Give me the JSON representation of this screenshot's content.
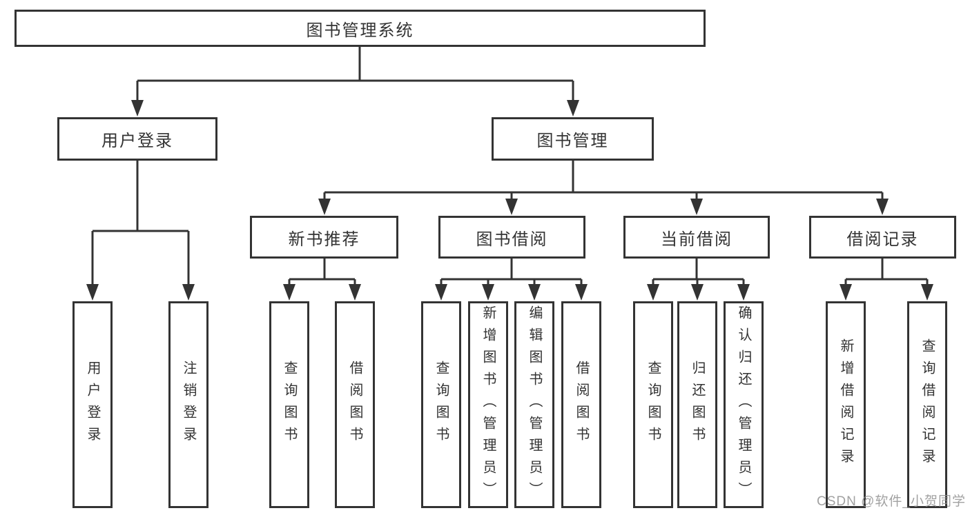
{
  "diagram_type": "hierarchy-tree",
  "colors": {
    "line": "#333333",
    "box_border": "#333333",
    "text": "#333333",
    "background": "#ffffff",
    "watermark": "#919191"
  },
  "tree": {
    "label": "图书管理系统",
    "children": [
      {
        "label": "用户登录",
        "children": [
          {
            "label": "用户登录"
          },
          {
            "label": "注销登录"
          }
        ]
      },
      {
        "label": "图书管理",
        "children": [
          {
            "label": "新书推荐",
            "children": [
              {
                "label": "查询图书"
              },
              {
                "label": "借阅图书"
              }
            ]
          },
          {
            "label": "图书借阅",
            "children": [
              {
                "label": "查询图书"
              },
              {
                "label": "新增图书（管理员）"
              },
              {
                "label": "编辑图书（管理员）"
              },
              {
                "label": "借阅图书"
              }
            ]
          },
          {
            "label": "当前借阅",
            "children": [
              {
                "label": "查询图书"
              },
              {
                "label": "归还图书"
              },
              {
                "label": "确认归还（管理员）"
              }
            ]
          },
          {
            "label": "借阅记录",
            "children": [
              {
                "label": "新增借阅记录"
              },
              {
                "label": "查询借阅记录"
              }
            ]
          }
        ]
      }
    ]
  },
  "watermark": {
    "text": "CSDN @软件_小贺同学"
  }
}
